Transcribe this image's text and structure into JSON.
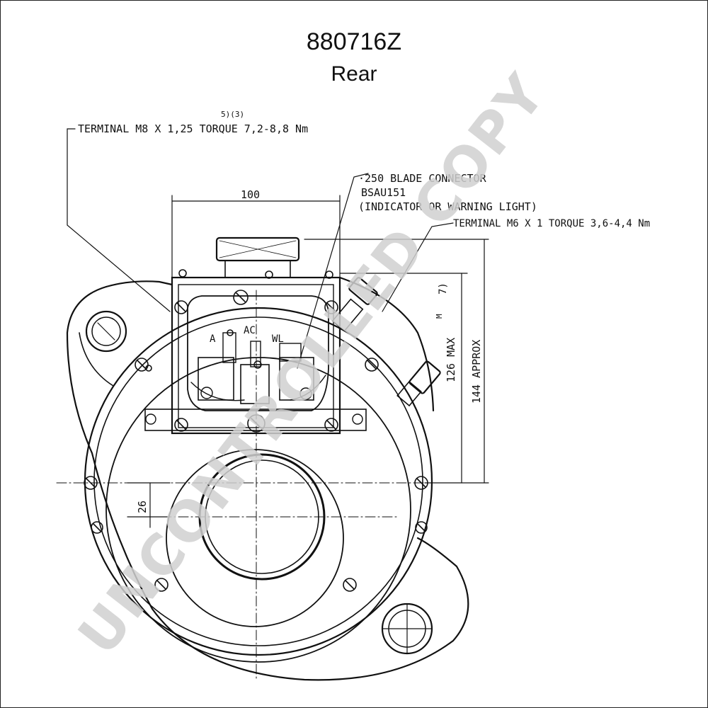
{
  "header": {
    "part_number": "880716Z",
    "view": "Rear"
  },
  "annotations": {
    "terminal_main": "TERMINAL   M8 X 1,25  TORQUE 7,2-8,8 Nm",
    "terminal_main_note": "5)(3)",
    "blade_connector_line1": "·250 BLADE CONNECTOR",
    "blade_connector_line2": "BSAU151",
    "blade_connector_line3": "(INDICATOR OR WARNING LIGHT)",
    "terminal_small": "TERMINAL  M6 X 1  TORQUE 3,6-4,4 Nm",
    "terminal_label_a": "A",
    "terminal_label_ac": "AC",
    "terminal_label_wl": "WL",
    "note_7": "7)"
  },
  "dimensions": {
    "width_100": "100",
    "height_126": "126 MAX",
    "height_126_note": "M",
    "height_144": "144 APPROX",
    "offset_26": "26"
  },
  "watermark": {
    "text": "UNCONTROLLED COPY"
  }
}
